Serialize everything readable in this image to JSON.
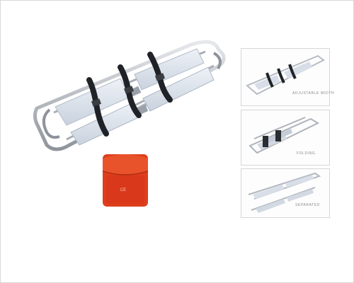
{
  "thumbnails": [
    {
      "caption": "ADJUSTABLE WIDTH"
    },
    {
      "caption": "FOLDING"
    },
    {
      "caption": "SEPARATED"
    }
  ],
  "bag": {
    "mark": "CE"
  },
  "colors": {
    "frame": "#b8bcc4",
    "panel": "#d9e0ea",
    "strap": "#202326",
    "bag": "#e0411e"
  }
}
